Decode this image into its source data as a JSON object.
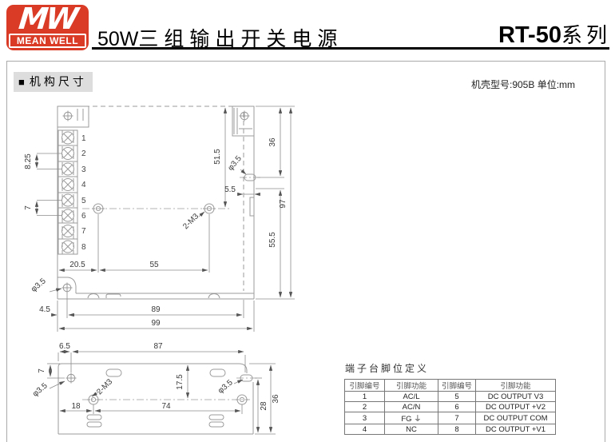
{
  "header": {
    "logo_mw": "MW",
    "logo_name": "MEAN WELL",
    "title_prefix": "50W",
    "title_cjk": "三组输出开关电源",
    "series_model": "RT-50",
    "series_suffix": "系列"
  },
  "section": {
    "marker": "■",
    "label": "机构尺寸"
  },
  "case_note": "机壳型号:905B 单位:mm",
  "main_view": {
    "terminal_numbers": [
      "1",
      "2",
      "3",
      "4",
      "5",
      "6",
      "7",
      "8"
    ],
    "dims": {
      "pitch_a": "8.25",
      "pitch_b": "7",
      "inner_height": "51.5",
      "slot_dia": "φ3.5",
      "slot_offset": "5.5",
      "top_seg": "36",
      "total_height": "97",
      "bottom_seg": "55.5",
      "holes": "2-M3",
      "inset_left": "20.5",
      "hole_span": "55",
      "corner_dia": "φ3.5",
      "corner_offset": "4.5",
      "inner_width": "89",
      "total_width": "99"
    }
  },
  "side_view": {
    "dims": {
      "edge_offset": "6.5",
      "top_span": "87",
      "hole_down": "7",
      "hole_dia": "φ3.5",
      "holes": "2-M3",
      "mid_height": "17.5",
      "slot_dia": "φ3.5",
      "left_span": "18",
      "hole_span": "74",
      "right_seg": "28",
      "total_height": "36"
    }
  },
  "pin_table": {
    "title": "端子台脚位定义",
    "headers": [
      "引脚编号",
      "引脚功能",
      "引脚编号",
      "引脚功能"
    ],
    "rows": [
      [
        "1",
        "AC/L",
        "5",
        "DC OUTPUT V3"
      ],
      [
        "2",
        "AC/N",
        "6",
        "DC OUTPUT +V2"
      ],
      [
        "3",
        "FG ⏚",
        "7",
        "DC OUTPUT COM"
      ],
      [
        "4",
        "NC",
        "8",
        "DC OUTPUT +V1"
      ]
    ]
  },
  "colors": {
    "brand_red": "#d93b26",
    "line_gray": "#9b9b9b",
    "dim_text": "#383838"
  }
}
